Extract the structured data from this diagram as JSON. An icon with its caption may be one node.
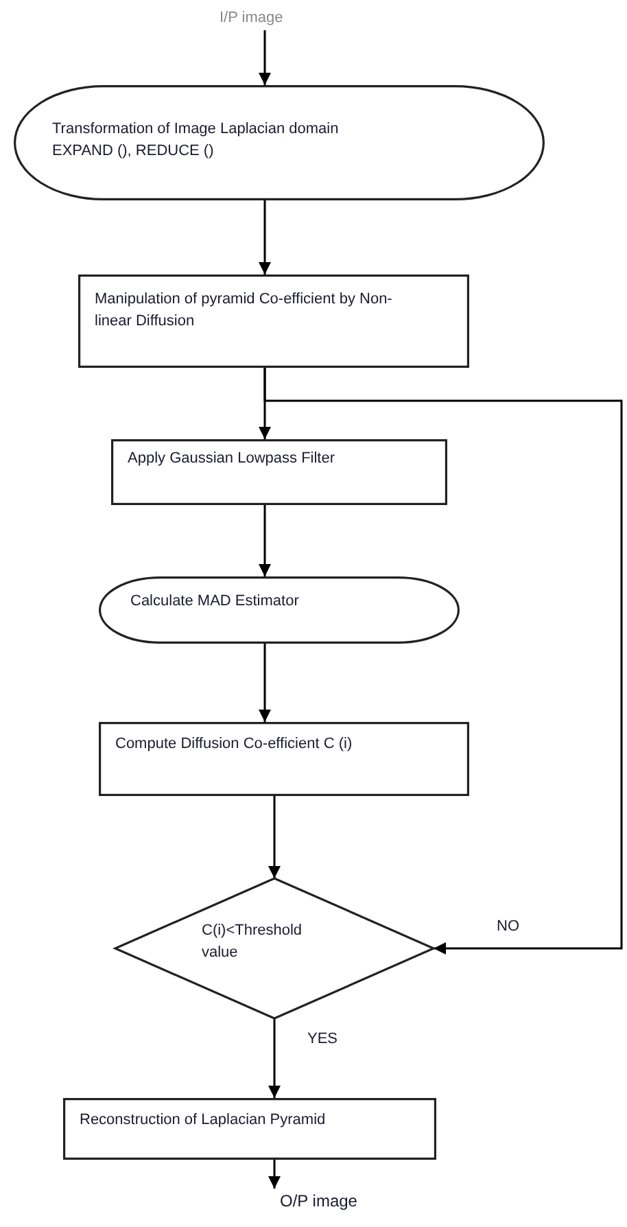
{
  "diagram": {
    "nodes": [
      {
        "text": [
          "I/P image"
        ]
      },
      {
        "text": [
          "Transformation of Image Laplacian domain EXPAND (), REDUCE ()"
        ]
      },
      {
        "text": [
          "Manipulation of pyramid Co-efficient by Non-linear Diffusion"
        ]
      },
      {
        "text": [
          "Apply Gaussian Lowpass Filter"
        ]
      },
      {
        "text": [
          "Calculate MAD Estimator"
        ]
      },
      {
        "text": [
          "Compute Diffusion Co-efficient C (i)"
        ]
      },
      {
        "text": [
          "C(i)<Threshold value"
        ]
      },
      {
        "text": [
          "Reconstruction of Laplacian Pyramid"
        ]
      },
      {
        "text": [
          "O/P image"
        ]
      }
    ],
    "edges": [
      {
        "from": 0,
        "to": 1,
        "arrow": "to"
      },
      {
        "from": 1,
        "to": 2,
        "arrow": "to"
      },
      {
        "from": 2,
        "to": 3,
        "arrow": "to"
      },
      {
        "from": 3,
        "to": 4,
        "arrow": "to"
      },
      {
        "from": 4,
        "to": 5,
        "arrow": "to"
      },
      {
        "from": 5,
        "to": 6,
        "arrow": "to"
      },
      {
        "from": 6,
        "to": 7,
        "arrow": "to",
        "label": "YES"
      },
      {
        "from": 2,
        "to": 6,
        "arrow": "to",
        "label": "NO"
      },
      {
        "from": 7,
        "to": 8,
        "arrow": "to"
      }
    ]
  }
}
